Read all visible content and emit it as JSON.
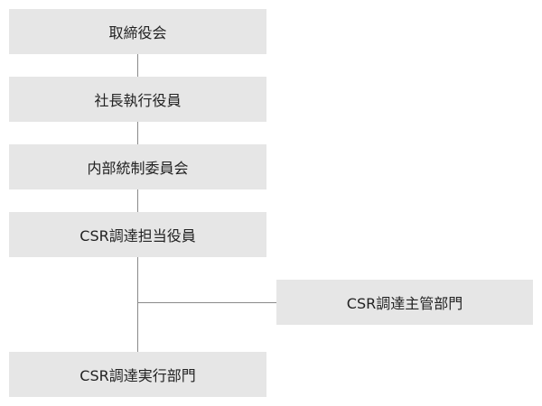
{
  "diagram": {
    "type": "org-chart",
    "nodes": [
      {
        "id": "board",
        "label": "取締役会"
      },
      {
        "id": "president",
        "label": "社長執行役員"
      },
      {
        "id": "internal-control",
        "label": "内部統制委員会"
      },
      {
        "id": "csr-officer",
        "label": "CSR調達担当役員"
      },
      {
        "id": "csr-managing-dept",
        "label": "CSR調達主管部門"
      },
      {
        "id": "csr-execution-dept",
        "label": "CSR調達実行部門"
      }
    ],
    "edges": [
      {
        "from": "board",
        "to": "president"
      },
      {
        "from": "president",
        "to": "internal-control"
      },
      {
        "from": "internal-control",
        "to": "csr-officer"
      },
      {
        "from": "csr-officer",
        "to": "csr-managing-dept"
      },
      {
        "from": "csr-officer",
        "to": "csr-execution-dept"
      }
    ],
    "colors": {
      "box_fill": "#e6e6e6",
      "line": "#8a8a8a",
      "text": "#222222"
    }
  }
}
